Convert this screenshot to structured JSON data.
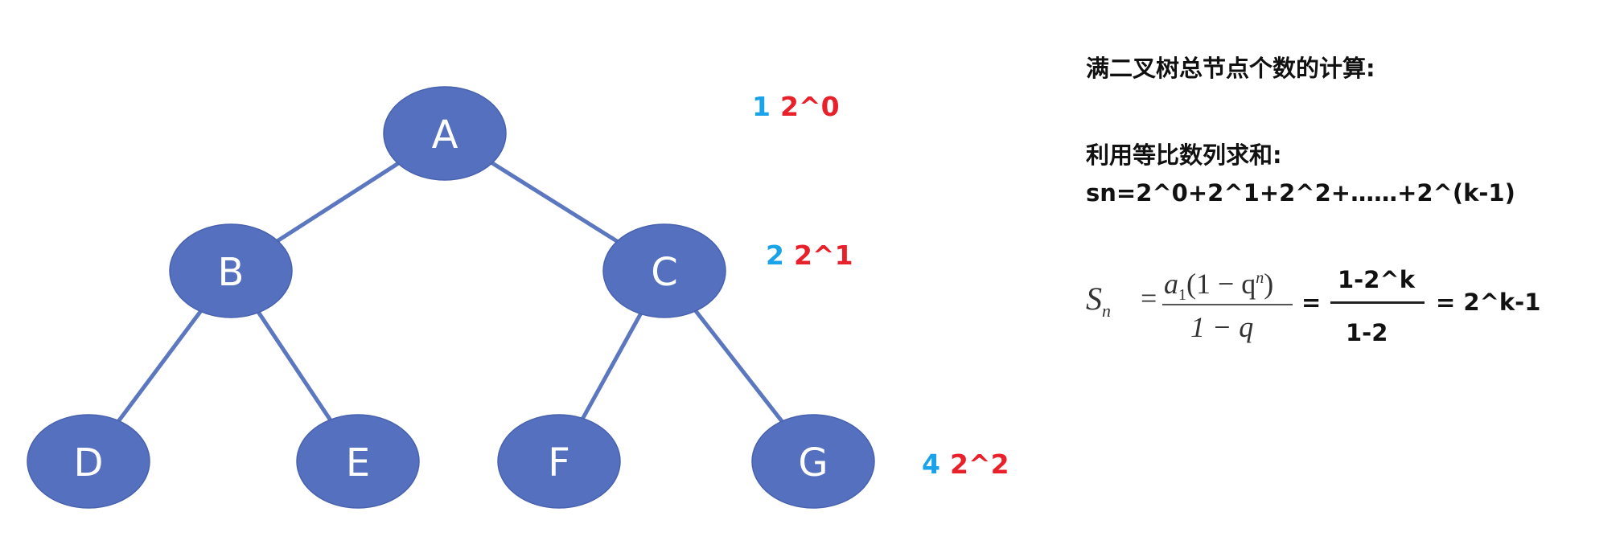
{
  "tree": {
    "nodes": [
      {
        "id": "A",
        "label": "A"
      },
      {
        "id": "B",
        "label": "B"
      },
      {
        "id": "C",
        "label": "C"
      },
      {
        "id": "D",
        "label": "D"
      },
      {
        "id": "E",
        "label": "E"
      },
      {
        "id": "F",
        "label": "F"
      },
      {
        "id": "G",
        "label": "G"
      }
    ],
    "edges": [
      [
        "A",
        "B"
      ],
      [
        "A",
        "C"
      ],
      [
        "B",
        "D"
      ],
      [
        "B",
        "E"
      ],
      [
        "C",
        "F"
      ],
      [
        "C",
        "G"
      ]
    ]
  },
  "levels": [
    {
      "count": "1",
      "power": "2^0"
    },
    {
      "count": "2",
      "power": "2^1"
    },
    {
      "count": "4",
      "power": "2^2"
    }
  ],
  "text": {
    "title": "满二叉树总节点个数的计算:",
    "method": "利用等比数列求和:",
    "series": "sn=2^0+2^1+2^2+……+2^(k-1)"
  },
  "formula": {
    "lhs_S": "S",
    "lhs_n": "n",
    "eq": "=",
    "num_a": "a",
    "num_sub": "1",
    "num_rest": "(1 − q",
    "num_sup": "n",
    "num_close": ")",
    "den": "1 − q",
    "eq2": "=",
    "frac2_num": "1-2^k",
    "frac2_den": "1-2",
    "result": "= 2^k-1"
  },
  "colors": {
    "node_fill": "#5570BF",
    "edge": "#5B77BF",
    "count": "#1AA3E8",
    "power": "#E8202A"
  }
}
